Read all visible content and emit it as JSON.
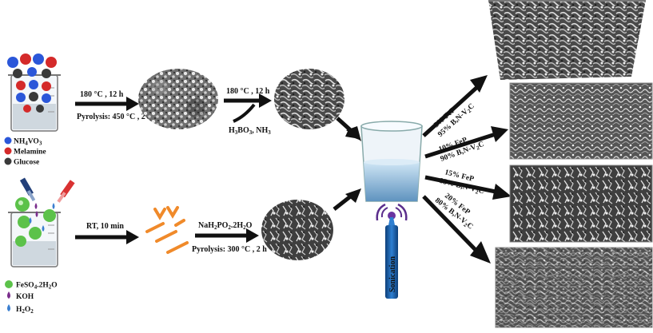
{
  "top_route": {
    "legend": [
      {
        "name": "NH",
        "sub": "4",
        "tail": "VO",
        "sub2": "3",
        "color": "#2b57d9"
      },
      {
        "name": "Melamine",
        "color": "#d42a2a"
      },
      {
        "name": "Glucose",
        "color": "#3a3a3a"
      }
    ],
    "step1_line1": "180 °C , 12 h",
    "step1_line2": "Pyrolysis: 450 °C , 2 h",
    "step2_line1": "180 °C , 12 h",
    "step2_reagent_a": "H",
    "step2_reagent_a_sub": "3",
    "step2_reagent_b": "BO",
    "step2_reagent_b_sub": "3",
    "step2_reagent_c": ", NH",
    "step2_reagent_c_sub": "3"
  },
  "bottom_route": {
    "legend": [
      {
        "name": "FeSO",
        "sub": "4",
        "tail": ".2H",
        "sub2": "2",
        "tail2": "O",
        "color": "#5cc24a"
      },
      {
        "name": "KOH",
        "color": "#7a2d8c"
      },
      {
        "name": "H",
        "sub": "2",
        "tail": "O",
        "sub2": "2",
        "color": "#3b7fd0"
      }
    ],
    "step1": "RT, 10 min",
    "step2_line1_a": "NaH",
    "step2_line1_sub1": "2",
    "step2_line1_b": "PO",
    "step2_line1_sub2": "2",
    "step2_line1_c": ".2H",
    "step2_line1_sub3": "2",
    "step2_line1_d": "O",
    "step2_line2": "Pyrolysis: 300 °C , 2 h"
  },
  "sonication_label": "Sonication",
  "products": [
    {
      "line1": "5% FeP",
      "line2": "95% B,N-V",
      "sub": "2",
      "tail": "C"
    },
    {
      "line1": "10% FeP",
      "line2": "90% B,N-V",
      "sub": "2",
      "tail": "C"
    },
    {
      "line1": "15% FeP",
      "line2": "85% B,N-V",
      "sub": "2",
      "tail": "C"
    },
    {
      "line1": "20% FeP",
      "line2": "80% B,N-V",
      "sub": "2",
      "tail": "C"
    }
  ]
}
